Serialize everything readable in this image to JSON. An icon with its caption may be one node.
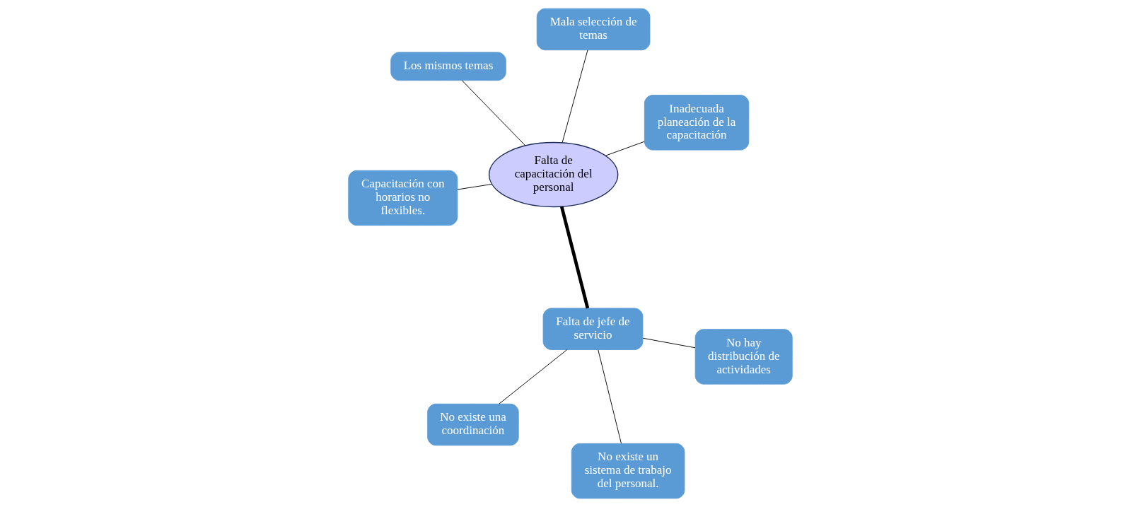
{
  "diagram": {
    "nodes": [
      {
        "text": [
          "Falta de capacitación del personal"
        ]
      },
      {
        "text": [
          "Inadecuada planeación de la capacitación"
        ]
      },
      {
        "text": [
          "Capacitación con horarios no flexibles."
        ]
      },
      {
        "text": [
          "Los mismos temas"
        ]
      },
      {
        "text": [
          "Mala selección de temas"
        ]
      },
      {
        "text": [
          "Falta de jefe de servicio"
        ]
      },
      {
        "text": [
          "No existe una coordinación"
        ]
      },
      {
        "text": [
          "No hay distribución de actividades"
        ]
      },
      {
        "text": [
          "No existe un sistema de trabajo del personal."
        ]
      }
    ],
    "edges": [
      {
        "from": 1,
        "to": 0,
        "arrow": "none"
      },
      {
        "from": 2,
        "to": 0,
        "arrow": "none"
      },
      {
        "from": 3,
        "to": 0,
        "arrow": "none"
      },
      {
        "from": 4,
        "to": 0,
        "arrow": "none"
      },
      {
        "from": 5,
        "to": 0,
        "arrow": "none",
        "style": "thick"
      },
      {
        "from": 5,
        "to": 6,
        "arrow": "none"
      },
      {
        "from": 5,
        "to": 7,
        "arrow": "none"
      },
      {
        "from": 5,
        "to": 8,
        "arrow": "none"
      }
    ]
  }
}
